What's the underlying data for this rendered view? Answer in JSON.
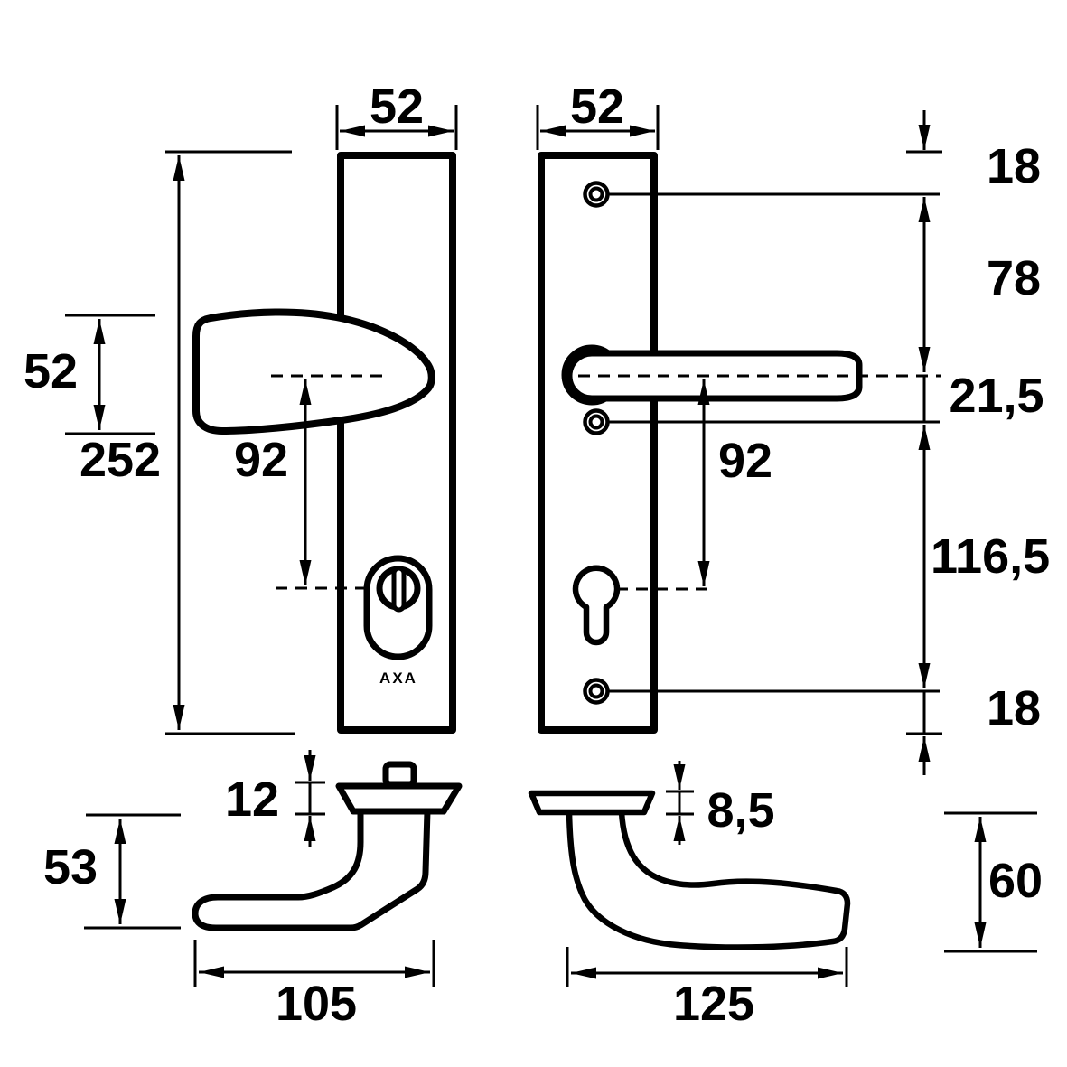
{
  "brand_label": "AXA",
  "colors": {
    "line": "#000000",
    "background": "#ffffff"
  },
  "front_knob_view": {
    "plate_width": "52",
    "plate_height": "252",
    "knob_height": "52",
    "knob_to_cylinder_distance": "92"
  },
  "front_lever_view": {
    "plate_width": "52",
    "top_edge_to_screw": "18",
    "screw_to_handle_center": "78",
    "handle_center_to_screw": "21,5",
    "handle_to_keyhole_distance": "92",
    "screw_to_screw": "116,5",
    "screw_to_bottom_edge": "18"
  },
  "side_knob_view": {
    "plate_thickness": "12",
    "grip_height": "53",
    "grip_length": "105"
  },
  "side_lever_view": {
    "plate_thickness": "8,5",
    "grip_height": "60",
    "grip_length": "125"
  }
}
